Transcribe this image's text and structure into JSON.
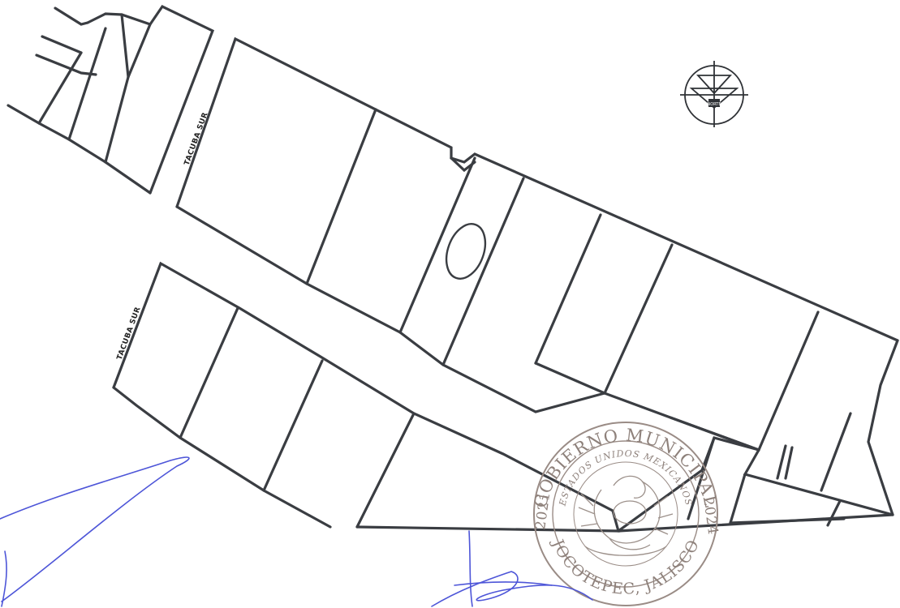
{
  "map": {
    "street_labels": {
      "upper": "TACUBA SUR",
      "lower": "TACUBA SUR"
    },
    "north_arrow": {
      "label": "NORTE"
    }
  },
  "seal": {
    "outer_text_top": "GOBIERNO MUNICIPAL",
    "outer_text_bottom": "JOCOTEPEC, JALISCO",
    "year_left": "2021",
    "year_right": "2024",
    "inner_text": "ESTADOS UNIDOS MEXICANOS"
  },
  "colors": {
    "lines": "#3a3d42",
    "signature": "#4d55d8",
    "seal": "#8e817b"
  }
}
